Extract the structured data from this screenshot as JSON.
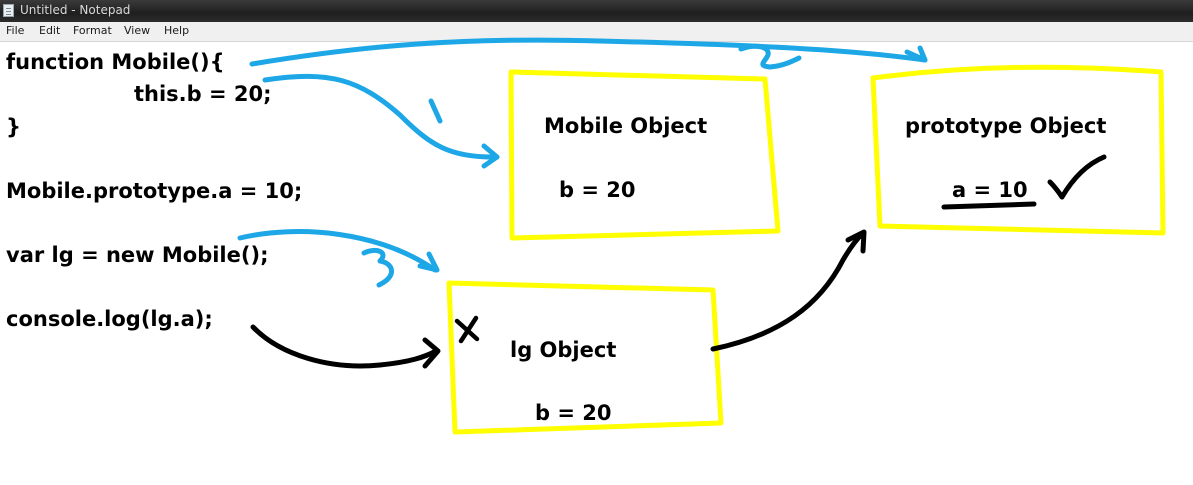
{
  "window": {
    "title": "Untitled - Notepad"
  },
  "menu": [
    "File",
    "Edit",
    "Format",
    "View",
    "Help"
  ],
  "code": [
    "function Mobile(){",
    "this.b = 20;",
    "}",
    "Mobile.prototype.a = 10;",
    "var lg = new Mobile();",
    "console.log(lg.a);"
  ],
  "boxes": {
    "mobile": {
      "title": "Mobile Object",
      "prop": "b = 20"
    },
    "prototype": {
      "title": "prototype Object",
      "prop": "a = 10"
    },
    "lg": {
      "title": "lg Object",
      "prop": "b = 20"
    }
  },
  "annotations": {
    "step1": "1",
    "step2": "2",
    "step3": "3",
    "cross": "×",
    "check": "✓"
  },
  "colors": {
    "box_outline": "#ffff00",
    "blue_ink": "#1ea7e6",
    "black_ink": "#000000"
  }
}
